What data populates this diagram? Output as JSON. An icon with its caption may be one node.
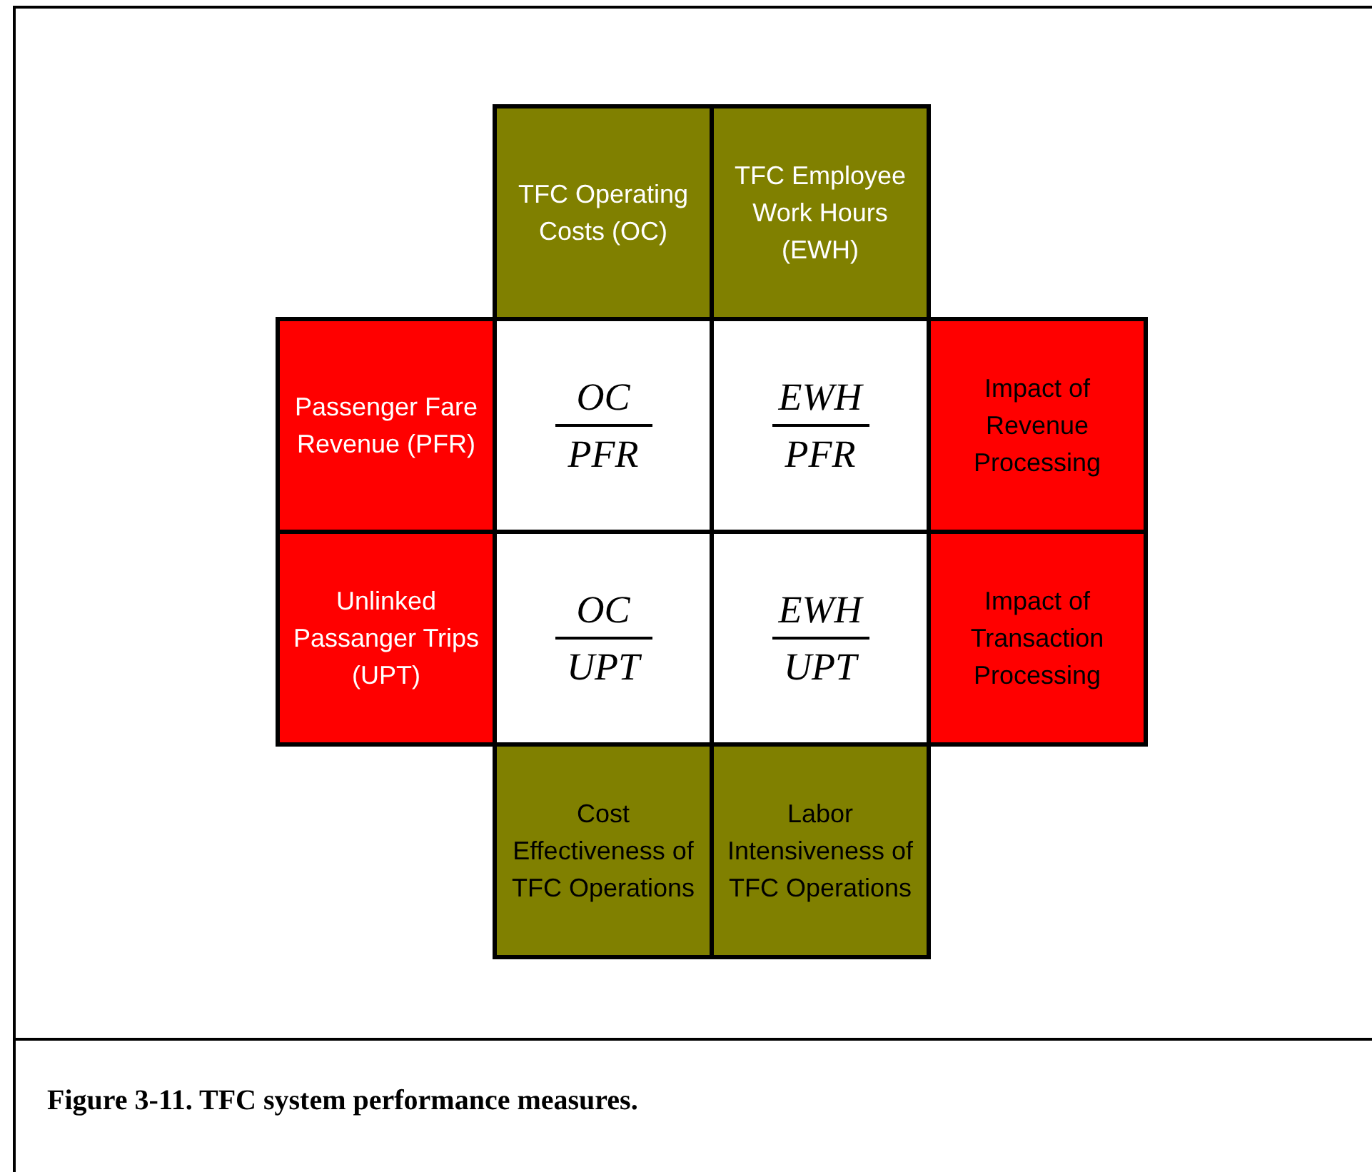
{
  "diagram": {
    "caption": "Figure 3-11. TFC system performance measures.",
    "nodes": [
      {
        "text": [
          "TFC Operating Costs (OC)"
        ]
      },
      {
        "text": [
          "TFC Employee Work Hours (EWH)"
        ]
      },
      {
        "text": [
          "Passenger Fare Revenue (PFR)"
        ]
      },
      {
        "text": [
          "OC",
          "PFR"
        ]
      },
      {
        "text": [
          "EWH",
          "PFR"
        ]
      },
      {
        "text": [
          "Impact of Revenue Processing"
        ]
      },
      {
        "text": [
          "Unlinked Passanger Trips (UPT)"
        ]
      },
      {
        "text": [
          "OC",
          "UPT"
        ]
      },
      {
        "text": [
          "EWH",
          "UPT"
        ]
      },
      {
        "text": [
          "Impact of Transaction Processing"
        ]
      },
      {
        "text": [
          "Cost Effectiveness of TFC Operations"
        ]
      },
      {
        "text": [
          "Labor Intensiveness of TFC Operations"
        ]
      }
    ]
  }
}
